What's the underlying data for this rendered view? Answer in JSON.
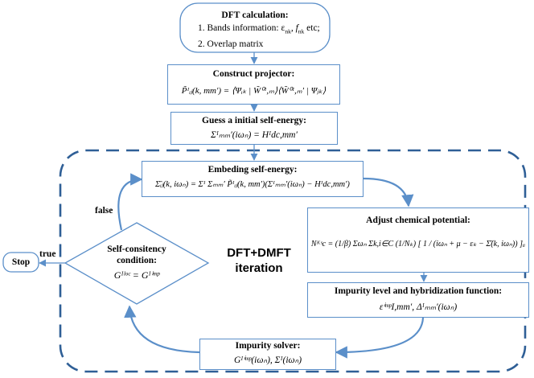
{
  "colors": {
    "stroke": "#5b8fc9",
    "dash": "#2f5f96",
    "text": "#000000"
  },
  "dft": {
    "title": "DFT calculation:",
    "item1": "1. Bands information: ε",
    "item1_sub1": "nk",
    "item1_mid": ", f",
    "item1_sub2": "nk",
    "item1_end": " etc;",
    "item2": "2. Overlap matrix"
  },
  "projector": {
    "title": "Construct projector:",
    "formula": "P̃ᴵᵢⱼ(k, mm′) = ⟨Ψᵢₖ | W̃⁰ᴵ,ₘ⟩⟨W̃⁰ᴵ,ₘ′ | Ψⱼₖ⟩"
  },
  "guess": {
    "title": "Guess a initial self-energy:",
    "formula": "Σᴵₘₘ′(iωₙ) = Hᴵdc,mm′"
  },
  "embed": {
    "title": "Embeding self-energy:",
    "formula": "Σ̄ᵢⱼ(k, iωₙ) = Σᴵ Σₘₘ′ P̃ᴵᵢⱼ(k, mm′)(Σᴵₘₘ′(iωₙ) − Hᴵdc,mm′)"
  },
  "chem": {
    "title": "Adjust chemical potential:",
    "formula": "Nᴷˢc = (1/β) Σωₙ Σk,i∈C (1/Nₖ) [ 1 / (iωₙ + μ − εₖ − Σ̄(k, iωₙ)) ]ᵢᵢ"
  },
  "impurity_level": {
    "title": "Impurity level and hybridization function:",
    "formula": "εⁱᵐᵖI,mm′,   Δᴵₘₘ′(iωₙ)"
  },
  "solver": {
    "title": "Impurity solver:",
    "formula": "Gᴵⁱᵐᵖ(iωₙ),   Σᴵ(iωₙ)"
  },
  "decision": {
    "title_line1": "Self-consitency",
    "title_line2": "condition:",
    "formula": "Gᴵˡᵒᶜ = Gᴵⁱᵐᵖ"
  },
  "stop": {
    "label": "Stop"
  },
  "labels": {
    "true": "true",
    "false": "false"
  },
  "center": {
    "line1": "DFT+DMFT",
    "line2": "iteration"
  }
}
